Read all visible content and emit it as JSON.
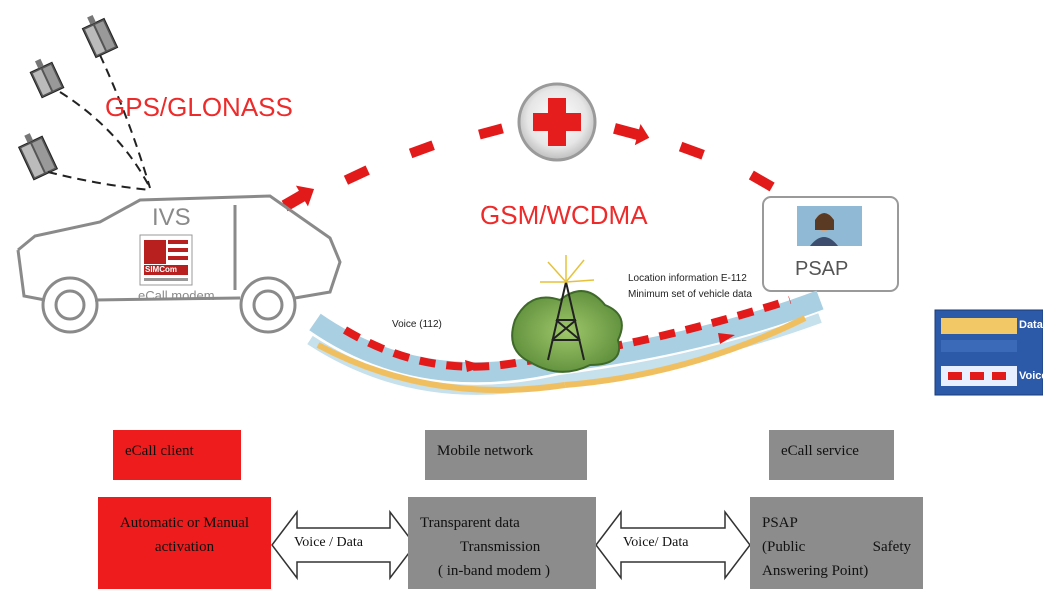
{
  "labels": {
    "gps": "GPS/GLONASS",
    "gsm": "GSM/WCDMA",
    "ivs": "IVS",
    "ecall_modem": "eCall modem",
    "simcom": "SIMCom",
    "psap": "PSAP",
    "voice_112": "Voice (112)",
    "location_info": "Location information E-112",
    "min_set": "Minimum set of vehicle data"
  },
  "legend": {
    "data": "Data",
    "voice": "Voice"
  },
  "blocks": {
    "ecall_client": "eCall client",
    "mobile_network": "Mobile network",
    "ecall_service": "eCall service",
    "activation": "Automatic or Manual activation",
    "transport_line1": "Transparent data",
    "transport_line2": "Transmission",
    "transport_line3": "( in-band modem )",
    "psap_line1": "PSAP",
    "psap_line2a": "(Public",
    "psap_line2b": "Safety",
    "psap_line3": "Answering Point)",
    "arrow1": "Voice / Data",
    "arrow2": "Voice/ Data"
  },
  "colors": {
    "red": "#ee1c1c",
    "gray": "#8c8c8c",
    "data_line": "#f2c766",
    "voice_band": "#a9cfe2",
    "legend_bg": "#2d5aa8"
  }
}
